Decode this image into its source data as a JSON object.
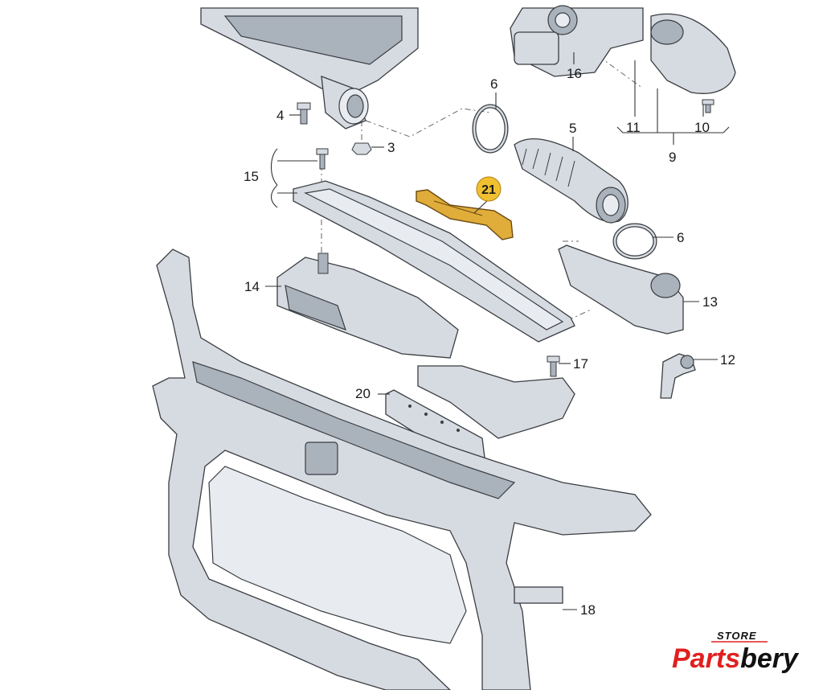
{
  "diagram": {
    "callouts": {
      "p3": "3",
      "p4": "4",
      "p5": "5",
      "p6a": "6",
      "p6b": "6",
      "p9": "9",
      "p10": "10",
      "p11": "11",
      "p12": "12",
      "p13": "13",
      "p14": "14",
      "p15": "15",
      "p16": "16",
      "p17": "17",
      "p18": "18",
      "p20": "20",
      "p21": "21"
    },
    "highlight_color": "#f0c030",
    "part_color": "#d6dbe1"
  },
  "watermark": {
    "store": "STORE",
    "brand_part1": "Parts",
    "brand_part2": "bery",
    "brand_color_1": "#e02020",
    "brand_color_2": "#111111"
  }
}
